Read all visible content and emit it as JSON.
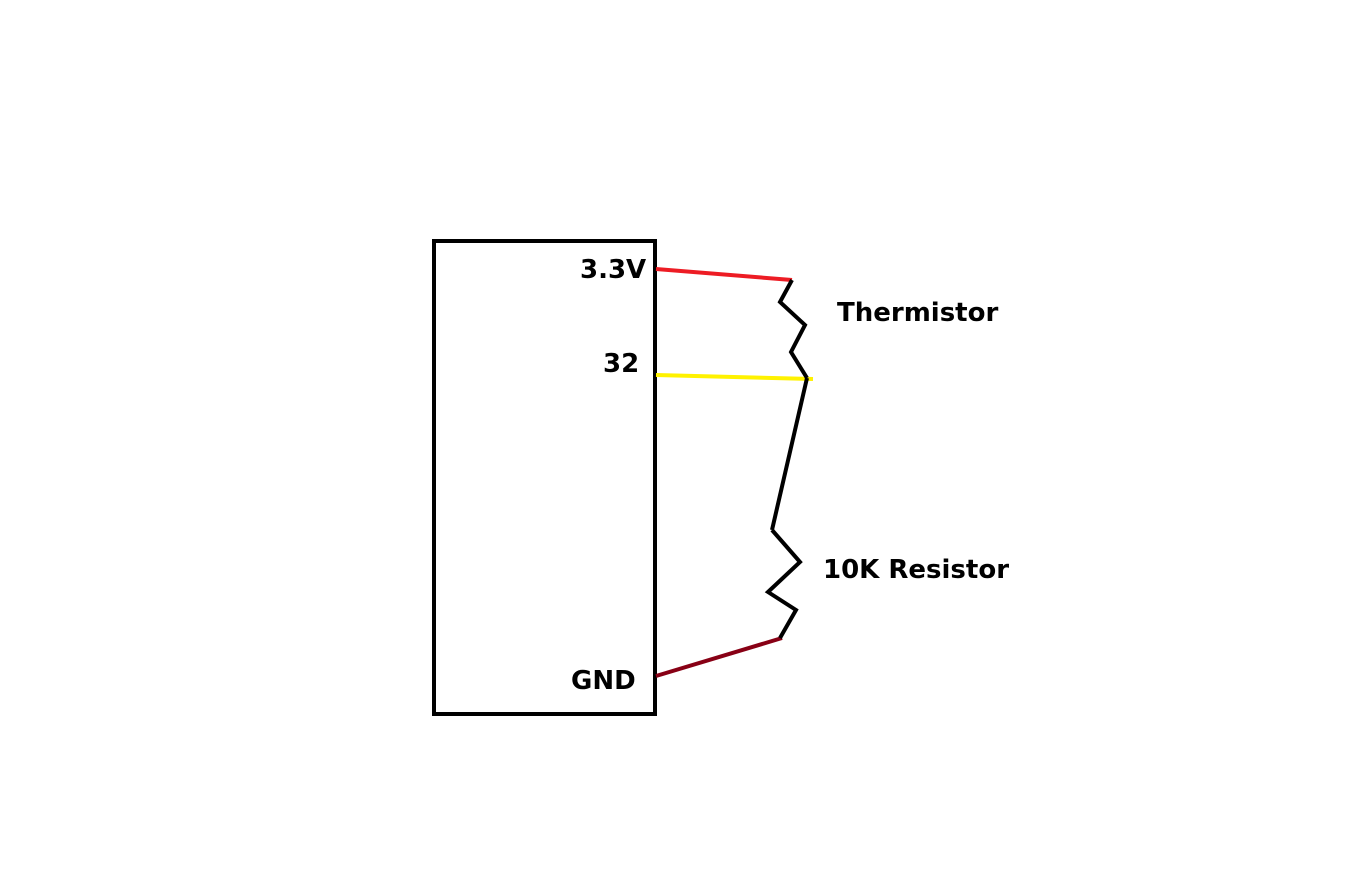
{
  "pins": {
    "vcc": "3.3V",
    "signal": "32",
    "ground": "GND"
  },
  "components": {
    "thermistor": "Thermistor",
    "resistor": "10K Resistor"
  },
  "colors": {
    "vcc_wire": "#ed1c24",
    "signal_wire": "#fff200",
    "ground_wire": "#880015",
    "component": "#000000"
  }
}
